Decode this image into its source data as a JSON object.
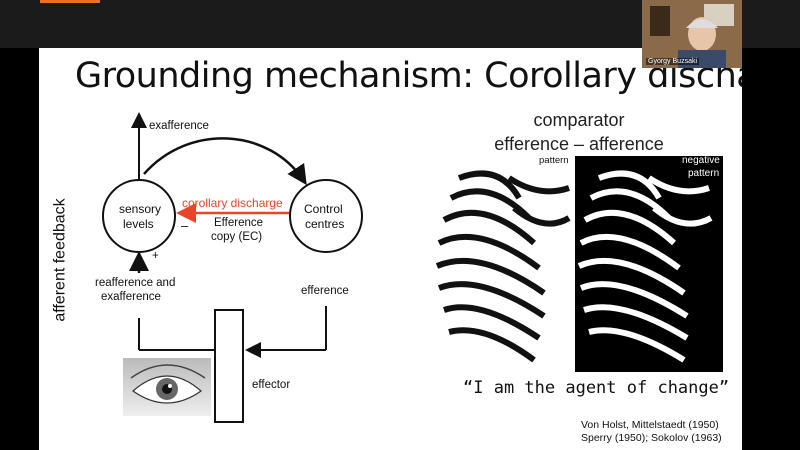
{
  "slide": {
    "title": "Grounding mechanism: Corollary discharge",
    "diagram": {
      "exafference": "exafference",
      "sensory_levels": [
        "sensory",
        "levels"
      ],
      "control_centres": [
        "Control",
        "centres"
      ],
      "corollary_discharge": "corollary discharge",
      "minus": "–",
      "plus": "+",
      "efference_copy": [
        "Efference",
        "copy (EC)"
      ],
      "reafference": [
        "reafference and",
        "exafference"
      ],
      "efference": "efference",
      "effector": "effector",
      "afferent_feedback": "afferent feedback"
    },
    "comparator": [
      "comparator",
      "efference – afference"
    ],
    "pattern_label": "pattern",
    "negative_label": [
      "negative",
      "pattern"
    ],
    "quote": "“I am the agent of change”",
    "citation": [
      "Von Holst,  Mittelstaedt (1950)",
      "Sperry (1950); Sokolov (1963)"
    ]
  },
  "webcam": {
    "name": "Gyorgy Buzsaki"
  },
  "colors": {
    "accent": "#e8712a",
    "corollary": "#e8452a"
  }
}
